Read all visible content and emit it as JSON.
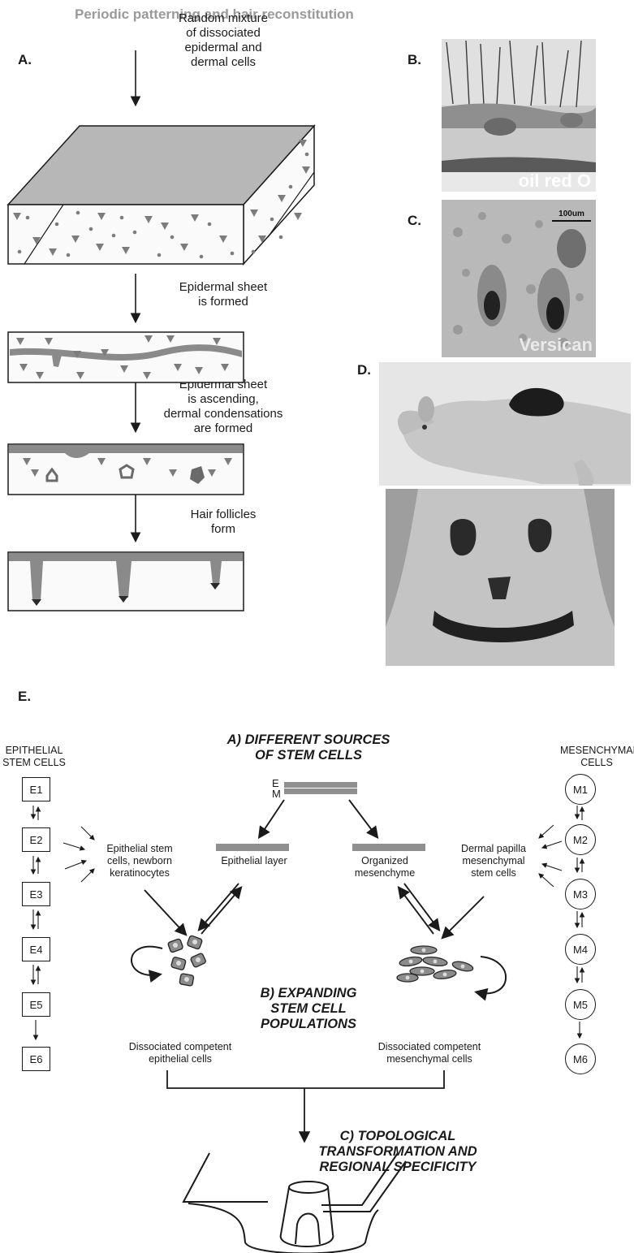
{
  "heading": "Periodic patterning and hair reconstitution",
  "panel_a": {
    "label": "A.",
    "step1": "Random mixture\nof dissociated\nepidermal and\ndermal cells",
    "step2": "Epidermal sheet\nis formed",
    "step3": "Epidermal sheet\nis ascending,\ndermal condensations\nare formed",
    "step4": "Hair follicles\nform"
  },
  "panel_b": {
    "label": "B.",
    "stain": "oil red O"
  },
  "panel_c": {
    "label": "C.",
    "stain": "Versican",
    "scale": "100um"
  },
  "panel_d": {
    "label": "D."
  },
  "panel_e": {
    "label": "E.",
    "epithelial_header": "EPITHELIAL\nSTEM CELLS",
    "mesenchymal_header": "MESENCHYMAL\nCELLS",
    "title_a": "A) DIFFERENT SOURCES\nOF STEM CELLS",
    "title_b": "B) EXPANDING\nSTEM CELL\nPOPULATIONS",
    "title_c": "C) TOPOLOGICAL\nTRANSFORMATION AND\nREGIONAL SPECIFICITY",
    "em_e": "E",
    "em_m": "M",
    "epithelial_layer": "Epithelial layer",
    "organized_mesenchyme": "Organized\nmesenchyme",
    "epithelial_sources": "Epithelial stem\ncells, newborn\nkeratinocytes",
    "dermal_sources": "Dermal papilla\nmesenchymal\nstem cells",
    "dissociated_epithelial": "Dissociated competent\nepithelial cells",
    "dissociated_mesenchymal": "Dissociated competent\nmesenchymal cells",
    "e_boxes": [
      "E1",
      "E2",
      "E3",
      "E4",
      "E5",
      "E6"
    ],
    "m_circles": [
      "M1",
      "M2",
      "M3",
      "M4",
      "M5",
      "M6"
    ]
  },
  "colors": {
    "tissue": "#8a8a8a",
    "heading": "#9a9a9a",
    "ink": "#1a1a1a"
  }
}
